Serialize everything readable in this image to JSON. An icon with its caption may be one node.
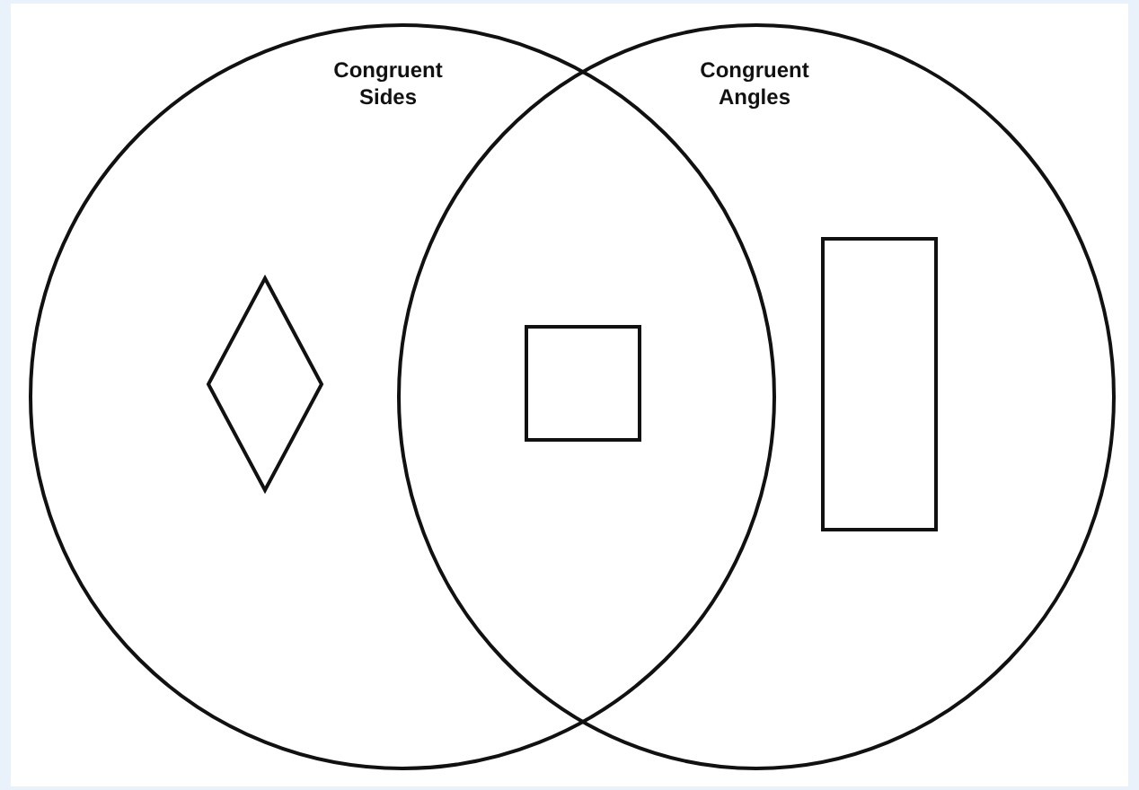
{
  "diagram": {
    "nodes": [
      {
        "text": [
          "Congruent Sides"
        ]
      },
      {
        "text": [
          "Congruent Angles"
        ]
      },
      {
        "text": [],
        "shape": "diamond",
        "in": 0
      },
      {
        "text": [],
        "shape": "box"
      },
      {
        "text": [],
        "shape": "box",
        "in": 1
      }
    ],
    "edges": []
  }
}
